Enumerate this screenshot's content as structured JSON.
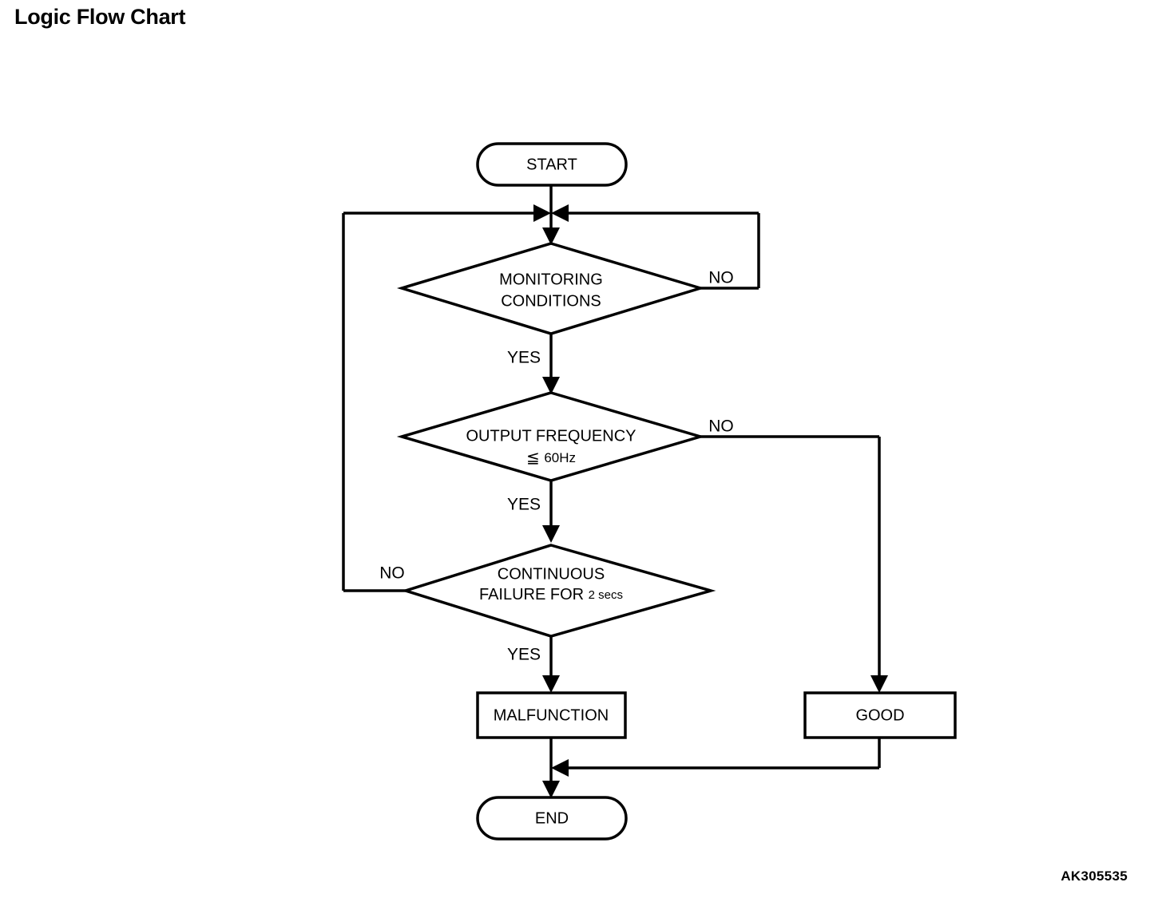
{
  "page": {
    "title": "Logic Flow Chart",
    "watermark": "AK305535",
    "background_color": "#ffffff",
    "line_color": "#000000"
  },
  "chart_data": {
    "type": "diagram",
    "diagram_kind": "flowchart",
    "title": "Logic Flow Chart",
    "nodes": [
      {
        "id": "start",
        "shape": "terminator",
        "label": "START"
      },
      {
        "id": "monitoring",
        "shape": "decision",
        "label_line1": "MONITORING",
        "label_line2": "CONDITIONS"
      },
      {
        "id": "frequency",
        "shape": "decision",
        "label_line1": "OUTPUT FREQUENCY",
        "label_line2_symbol": "≦",
        "label_line2_value": "60Hz"
      },
      {
        "id": "failure",
        "shape": "decision",
        "label_line1": "CONTINUOUS",
        "label_line2_main": "FAILURE FOR",
        "label_line2_small": "2 secs"
      },
      {
        "id": "malfunction",
        "shape": "process",
        "label": "MALFUNCTION"
      },
      {
        "id": "good",
        "shape": "process",
        "label": "GOOD"
      },
      {
        "id": "end",
        "shape": "terminator",
        "label": "END"
      }
    ],
    "edges": [
      {
        "from": "start",
        "to": "monitoring",
        "label": ""
      },
      {
        "from": "monitoring",
        "to": "frequency",
        "label": "YES"
      },
      {
        "from": "monitoring",
        "to": "start_junction",
        "label": "NO"
      },
      {
        "from": "frequency",
        "to": "failure",
        "label": "YES"
      },
      {
        "from": "frequency",
        "to": "good",
        "label": "NO"
      },
      {
        "from": "failure",
        "to": "malfunction",
        "label": "YES"
      },
      {
        "from": "failure",
        "to": "start_junction",
        "label": "NO"
      },
      {
        "from": "malfunction",
        "to": "end",
        "label": ""
      },
      {
        "from": "good",
        "to": "end",
        "label": ""
      }
    ],
    "labels": {
      "yes": "YES",
      "no": "NO"
    }
  }
}
